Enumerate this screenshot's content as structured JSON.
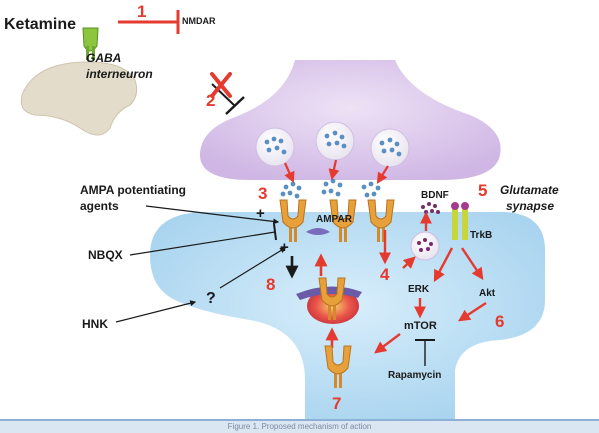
{
  "labels": {
    "ketamine": "Ketamine",
    "nmdar": "NMDAR",
    "gaba_line1": "GABA",
    "gaba_line2": "interneuron",
    "ampa_pot_line1": "AMPA potentiating",
    "ampa_pot_line2": "agents",
    "nbqx": "NBQX",
    "hnk": "HNK",
    "ampar": "AMPAR",
    "bdnf": "BDNF",
    "glutamate_line1": "Glutamate",
    "glutamate_line2": "synapse",
    "trkb": "TrkB",
    "erk": "ERK",
    "akt": "Akt",
    "mtor": "mTOR",
    "rapamycin": "Rapamycin",
    "question": "?",
    "plus": "+"
  },
  "steps": [
    "1",
    "2",
    "3",
    "4",
    "5",
    "6",
    "7",
    "8"
  ],
  "colors": {
    "arrow_red": "#e53a2f",
    "presynaptic": "#dcc8ec",
    "postsynaptic": "#bfe0f4",
    "receptor_gold": "#e8a13a",
    "vesicle_dot": "#5a8fc4",
    "nmdar_green": "#8cc63e",
    "interneuron": "#e4dccb"
  },
  "footer": {
    "caption": "Figure 1. Proposed mechanism of action"
  }
}
